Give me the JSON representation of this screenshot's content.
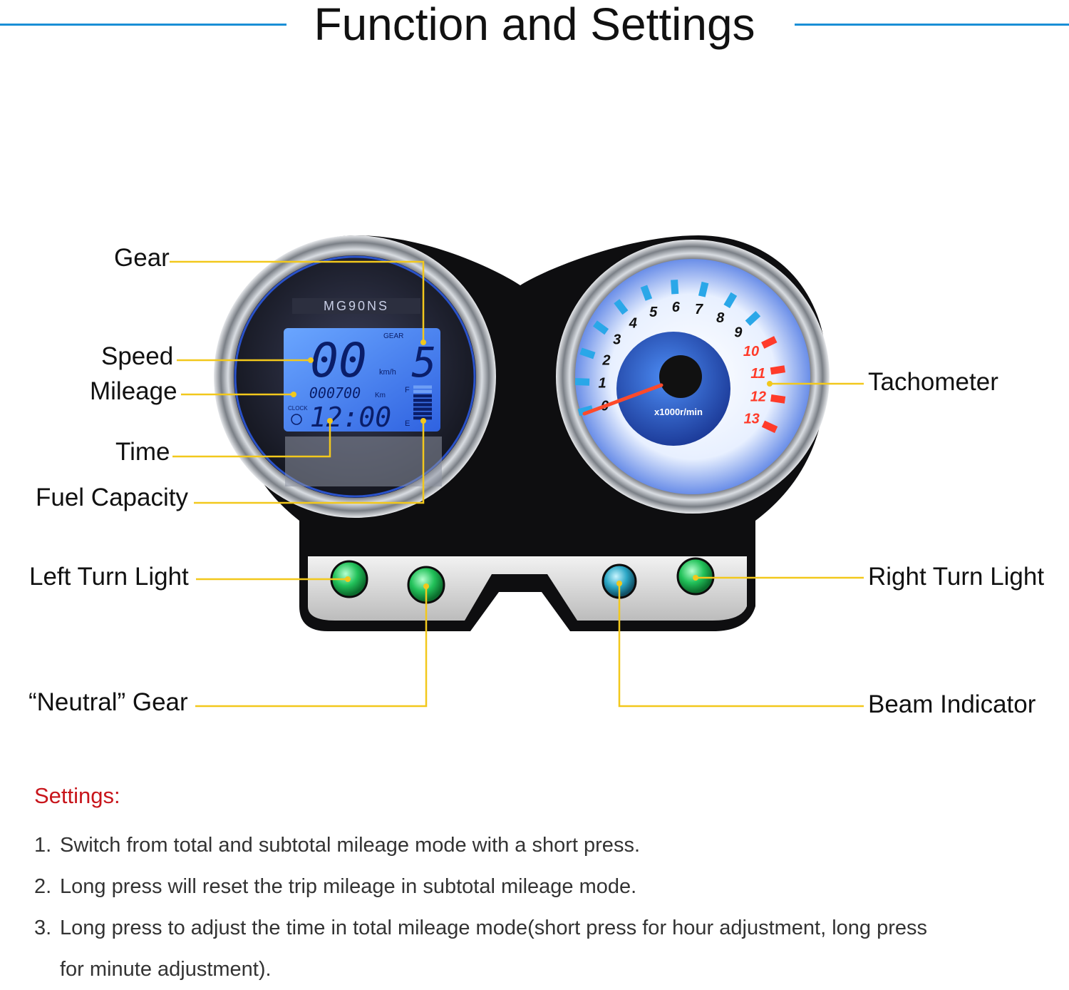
{
  "title": "Function and Settings",
  "colors": {
    "header_line": "#1a8fd6",
    "callout_line": "#f2c81c",
    "settings_heading": "#c8151b",
    "lcd_backlight": "#3d7cf0",
    "indicator_green": "#25c25c",
    "redline": "#ff3b2a"
  },
  "callouts": {
    "gear": "Gear",
    "speed": "Speed",
    "mileage": "Mileage",
    "time": "Time",
    "fuel_capacity": "Fuel Capacity",
    "left_turn_light": "Left Turn Light",
    "neutral_gear": "“Neutral” Gear",
    "tachometer": "Tachometer",
    "right_turn_light": "Right Turn Light",
    "beam_indicator": "Beam Indicator"
  },
  "speedometer": {
    "brand": "MG90NS",
    "speed_value": "00",
    "speed_unit": "km/h",
    "gear_label": "GEAR",
    "gear_value": "5",
    "odometer_value": "000700",
    "odometer_unit": "Km",
    "clock_label": "CLOCK",
    "clock_value": "12:00",
    "fuel_full_label": "F",
    "fuel_empty_label": "E",
    "fuel_level_fraction": 0.8
  },
  "tachometer": {
    "ticks": [
      "0",
      "1",
      "2",
      "3",
      "4",
      "5",
      "6",
      "7",
      "8",
      "9",
      "10",
      "11",
      "12",
      "13"
    ],
    "redline_from": 10,
    "unit_label": "x1000r/min"
  },
  "indicator_icons": [
    "left-turn-indicator-icon",
    "neutral-indicator-icon",
    "beam-indicator-icon",
    "right-turn-indicator-icon"
  ],
  "settings": {
    "heading": "Settings:",
    "items": [
      {
        "num": "1.",
        "text": "Switch from total and subtotal mileage mode with a short press."
      },
      {
        "num": "2.",
        "text": "Long press will reset the trip mileage in subtotal mileage mode."
      },
      {
        "num": "3.",
        "text": "Long press to adjust the time in total mileage mode(short press for hour adjustment, long press"
      },
      {
        "num": "",
        "text": "for minute adjustment)."
      }
    ]
  }
}
